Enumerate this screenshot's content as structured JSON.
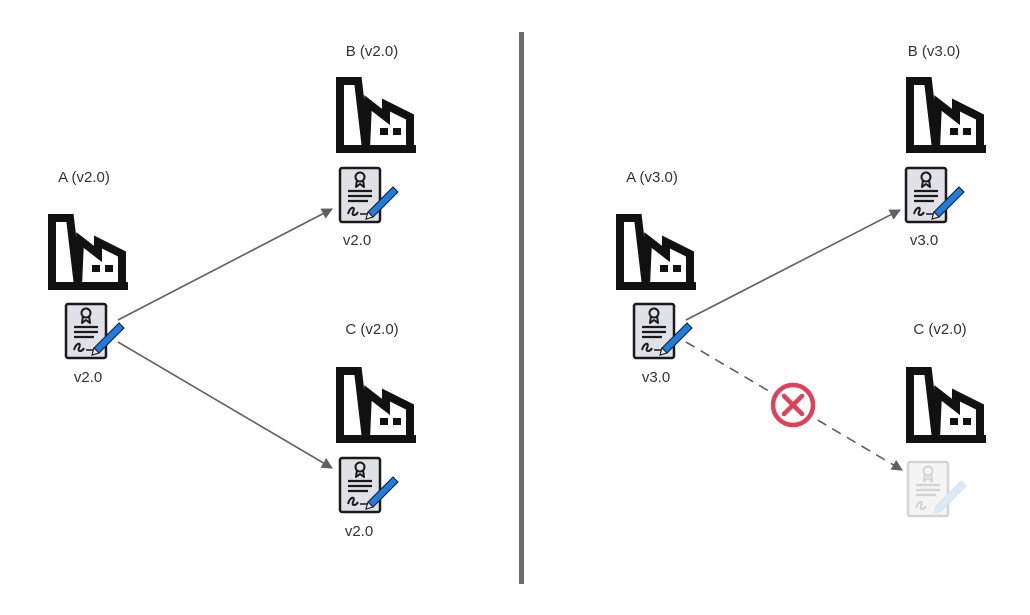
{
  "colors": {
    "factory": "#111111",
    "cert_paper": "#dfe1e6",
    "cert_outline": "#1a1a1a",
    "pen": "#1e7be0",
    "arrow": "#606060",
    "error_red": "#e0405a",
    "divider": "#6b6b6b",
    "faded": "#d4d4d4"
  },
  "icons": {
    "factory": "factory-icon",
    "certificate": "signed-certificate-icon",
    "error": "error-circle-x-icon"
  },
  "left": {
    "a": {
      "title": "A (v2.0)",
      "cert_version": "v2.0"
    },
    "b": {
      "title": "B (v2.0)",
      "cert_version": "v2.0"
    },
    "c": {
      "title": "C (v2.0)",
      "cert_version": "v2.0"
    }
  },
  "right": {
    "a": {
      "title": "A (v3.0)",
      "cert_version": "v3.0"
    },
    "b": {
      "title": "B (v3.0)",
      "cert_version": "v3.0"
    },
    "c": {
      "title": "C (v2.0)",
      "cert_version": ""
    }
  }
}
